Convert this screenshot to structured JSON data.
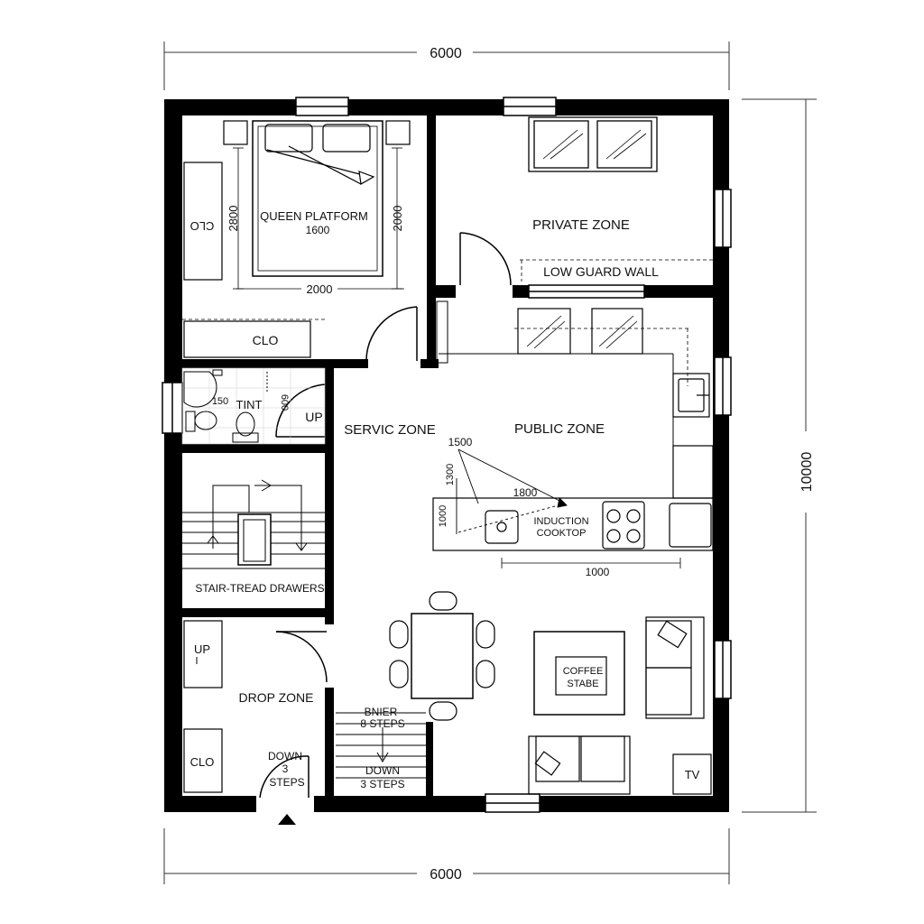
{
  "dimensions": {
    "top": "6000",
    "bottom": "6000",
    "right": "10000"
  },
  "bedroom": {
    "bed_label": "QUEEN PLATFORM",
    "bed_size": "1600",
    "dim_left": "2800",
    "dim_right": "2000",
    "dim_bottom": "2000",
    "closet_side": "CLO",
    "closet_bottom": "CLO"
  },
  "private_zone": {
    "title": "PRIVATE ZONE",
    "guard_wall": "LOW GUARD WALL"
  },
  "bath": {
    "label": "TINT",
    "dim_small": "150",
    "dim_side": "600"
  },
  "service": {
    "title": "SERVIC ZONE",
    "up": "UP"
  },
  "public_zone": {
    "title": "PUBLIC ZONE",
    "dim_1500": "1500",
    "dim_1300": "1300",
    "dim_1800": "1800",
    "dim_1000_side": "1000",
    "cooktop_line1": "INDUCTION",
    "cooktop_line2": "COOKTOP",
    "dim_1000_bottom": "1000"
  },
  "stair": {
    "label": "STAIR-TREAD DRAWERS"
  },
  "drop_zone": {
    "title": "DROP ZONE",
    "up": "UP",
    "closet": "CLO",
    "down_line1": "DOWN",
    "down_line2": "3",
    "down_line3": "STEPS"
  },
  "steps": {
    "line1": "BNIER",
    "line2": "8 STEPS",
    "line3": "DOWN",
    "line4": "3 STEPS"
  },
  "living": {
    "table_line1": "COFFEE",
    "table_line2": "STABE",
    "tv": "TV"
  }
}
